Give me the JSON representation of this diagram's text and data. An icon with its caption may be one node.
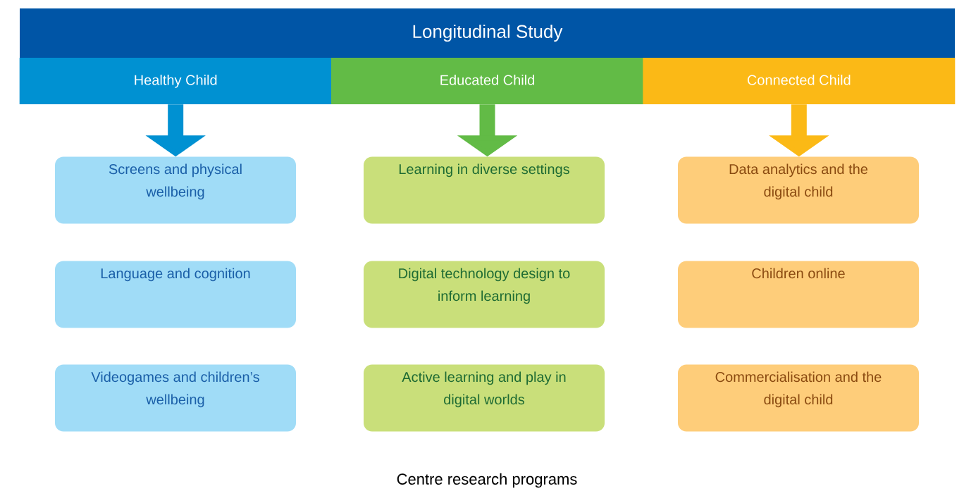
{
  "diagram": {
    "caption": "Centre research programs",
    "nodes": [
      {
        "text": [
          "Longitudinal Study"
        ]
      },
      {
        "text": [
          "Healthy Child"
        ]
      },
      {
        "text": [
          "Educated Child"
        ]
      },
      {
        "text": [
          "Connected Child"
        ]
      },
      {
        "text": [
          "Screens and physical wellbeing"
        ]
      },
      {
        "text": [
          "Learning in diverse settings"
        ]
      },
      {
        "text": [
          "Data analytics and the digital child"
        ]
      },
      {
        "text": [
          "Language and cognition"
        ]
      },
      {
        "text": [
          "Digital technology design to inform learning"
        ]
      },
      {
        "text": [
          "Children online"
        ]
      },
      {
        "text": [
          "Videogames and children’s wellbeing"
        ]
      },
      {
        "text": [
          "Active learning and play in digital worlds"
        ]
      },
      {
        "text": [
          "Commercialisation and the digital child"
        ]
      }
    ],
    "edges": [
      {
        "from": 1,
        "to": 4,
        "arrow": "to",
        "color": "#0091d2"
      },
      {
        "from": 2,
        "to": 5,
        "arrow": "to",
        "color": "#62bb46"
      },
      {
        "from": 3,
        "to": 6,
        "arrow": "to",
        "color": "#fbb916"
      }
    ]
  }
}
